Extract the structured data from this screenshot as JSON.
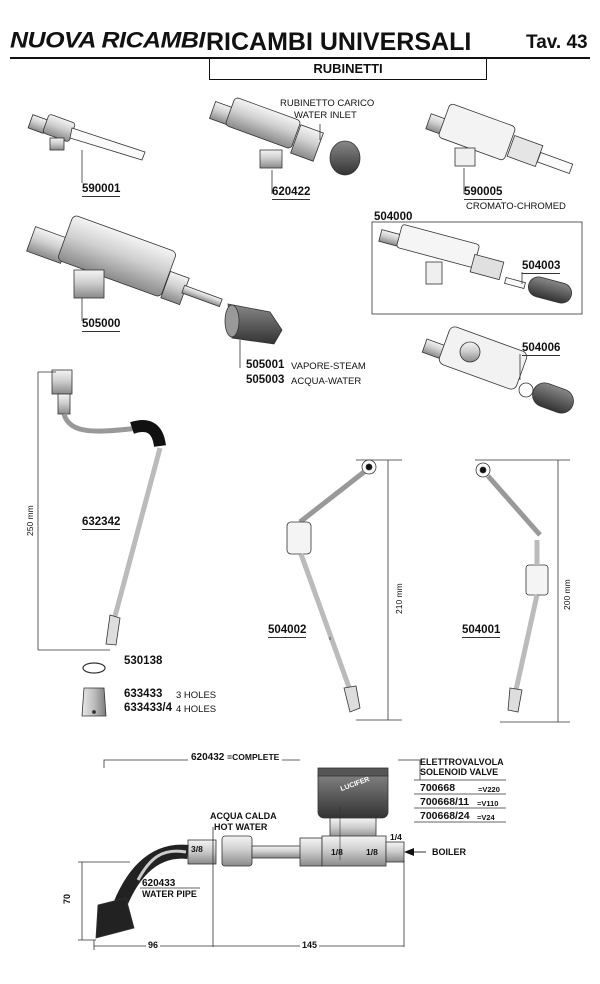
{
  "header": {
    "logo": "NUOVA RICAMBI",
    "title": "RICAMBI UNIVERSALI",
    "table": "Tav. 43",
    "section": "RUBINETTI"
  },
  "parts": {
    "p590001": "590001",
    "p620422": "620422",
    "p620422_note1": "RUBINETTO CARICO",
    "p620422_note2": "WATER INLET",
    "p590005": "590005",
    "p590005_note": "CROMATO-CHROMED",
    "p504000": "504000",
    "p504003": "504003",
    "p505000": "505000",
    "p505001": "505001",
    "p505001_note": "VAPORE-STEAM",
    "p505003": "505003",
    "p505003_note": "ACQUA-WATER",
    "p504006": "504006",
    "p632342": "632342",
    "dim250": "250 mm",
    "p504002": "504002",
    "dim210": "210 mm",
    "p504001": "504001",
    "dim200": "200 mm",
    "p530138": "530138",
    "p633433": "633433",
    "p633433_note": "3 HOLES",
    "p633433_4": "633433/4",
    "p633433_4_note": "4 HOLES"
  },
  "assembly": {
    "complete_code": "620432",
    "complete_note": "=COMPLETE",
    "solenoid_title1": "ELETTROVALVOLA",
    "solenoid_title2": "SOLENOID VALVE",
    "sv1": "700668",
    "sv1_note": "=V220",
    "sv2": "700668/11",
    "sv2_note": "=V110",
    "sv3": "700668/24",
    "sv3_note": "=V24",
    "hot1": "ACQUA CALDA",
    "hot2": "HOT WATER",
    "pipe_code": "620433",
    "pipe_note": "WATER PIPE",
    "boiler": "BOILER",
    "brand": "LUCIFER",
    "f38": "3/8",
    "f18a": "1/8",
    "f18b": "1/8",
    "f14": "1/4",
    "d70": "70",
    "d96": "96",
    "d145": "145"
  }
}
